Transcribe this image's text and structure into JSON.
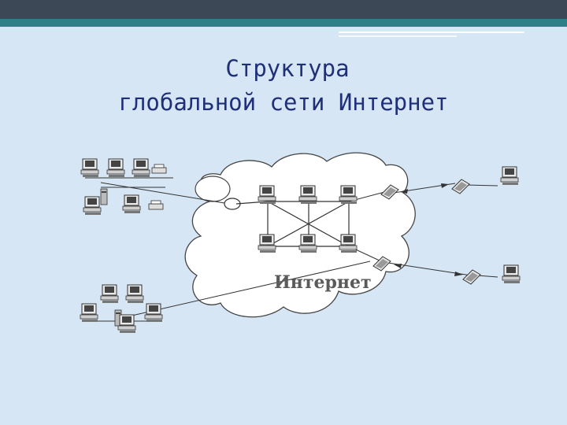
{
  "slide": {
    "title_line1": "Структура",
    "title_line2": "глобальной сети Интернет"
  },
  "diagram": {
    "cloud_label": "Интернет"
  },
  "colors": {
    "background": "#d6e6f5",
    "top_bar": "#3d4856",
    "accent": "#2f7f88",
    "title": "#1f2f78"
  }
}
